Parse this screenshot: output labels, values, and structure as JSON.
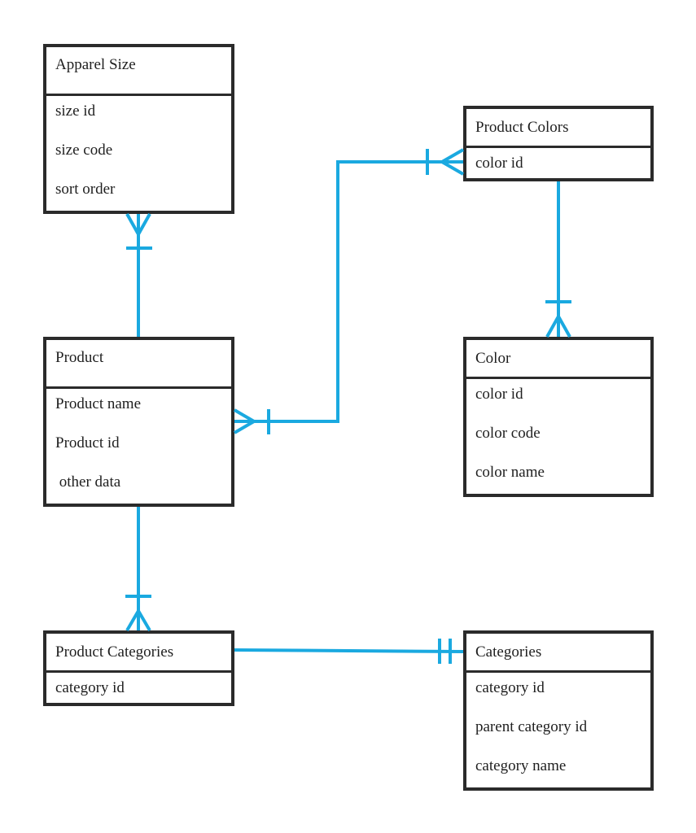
{
  "colors": {
    "relationship_line": "#1aa9e0",
    "entity_border": "#2b2b2b",
    "text": "#1f1f1f"
  },
  "entities": {
    "apparel_size": {
      "title": "Apparel Size",
      "attributes": [
        "size id",
        "size code",
        "sort order"
      ]
    },
    "product_colors": {
      "title": "Product Colors",
      "attributes": [
        "color id"
      ]
    },
    "product": {
      "title": "Product",
      "attributes": [
        "Product name",
        "Product id",
        " other data"
      ]
    },
    "color": {
      "title": "Color",
      "attributes": [
        "color id",
        "color code",
        "color name"
      ]
    },
    "product_categories": {
      "title": "Product Categories",
      "attributes": [
        "category id"
      ]
    },
    "categories": {
      "title": "Categories",
      "attributes": [
        "category id",
        "parent category id",
        "category name"
      ]
    }
  },
  "relationships": [
    {
      "from": "product",
      "to": "apparel_size",
      "from_end": "none",
      "to_end": "one-or-many"
    },
    {
      "from": "product",
      "to": "product_colors",
      "from_end": "one-or-many",
      "to_end": "one-or-many"
    },
    {
      "from": "product_colors",
      "to": "color",
      "from_end": "none",
      "to_end": "one-or-many"
    },
    {
      "from": "product",
      "to": "product_categories",
      "from_end": "none",
      "to_end": "one-or-many"
    },
    {
      "from": "product_categories",
      "to": "categories",
      "from_end": "none",
      "to_end": "one-and-only-one"
    }
  ]
}
